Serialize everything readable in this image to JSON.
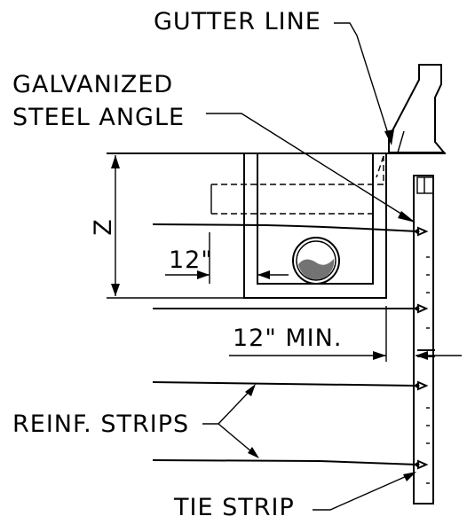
{
  "labels": {
    "gutter_line": "GUTTER LINE",
    "galvanized": "GALVANIZED",
    "steel_angle": "STEEL ANGLE",
    "z": "Z",
    "twelve_inch": "12\"",
    "twelve_inch_min": "12\" MIN.",
    "reinf_strips": "REINF. STRIPS",
    "tie_strip": "TIE STRIP"
  }
}
